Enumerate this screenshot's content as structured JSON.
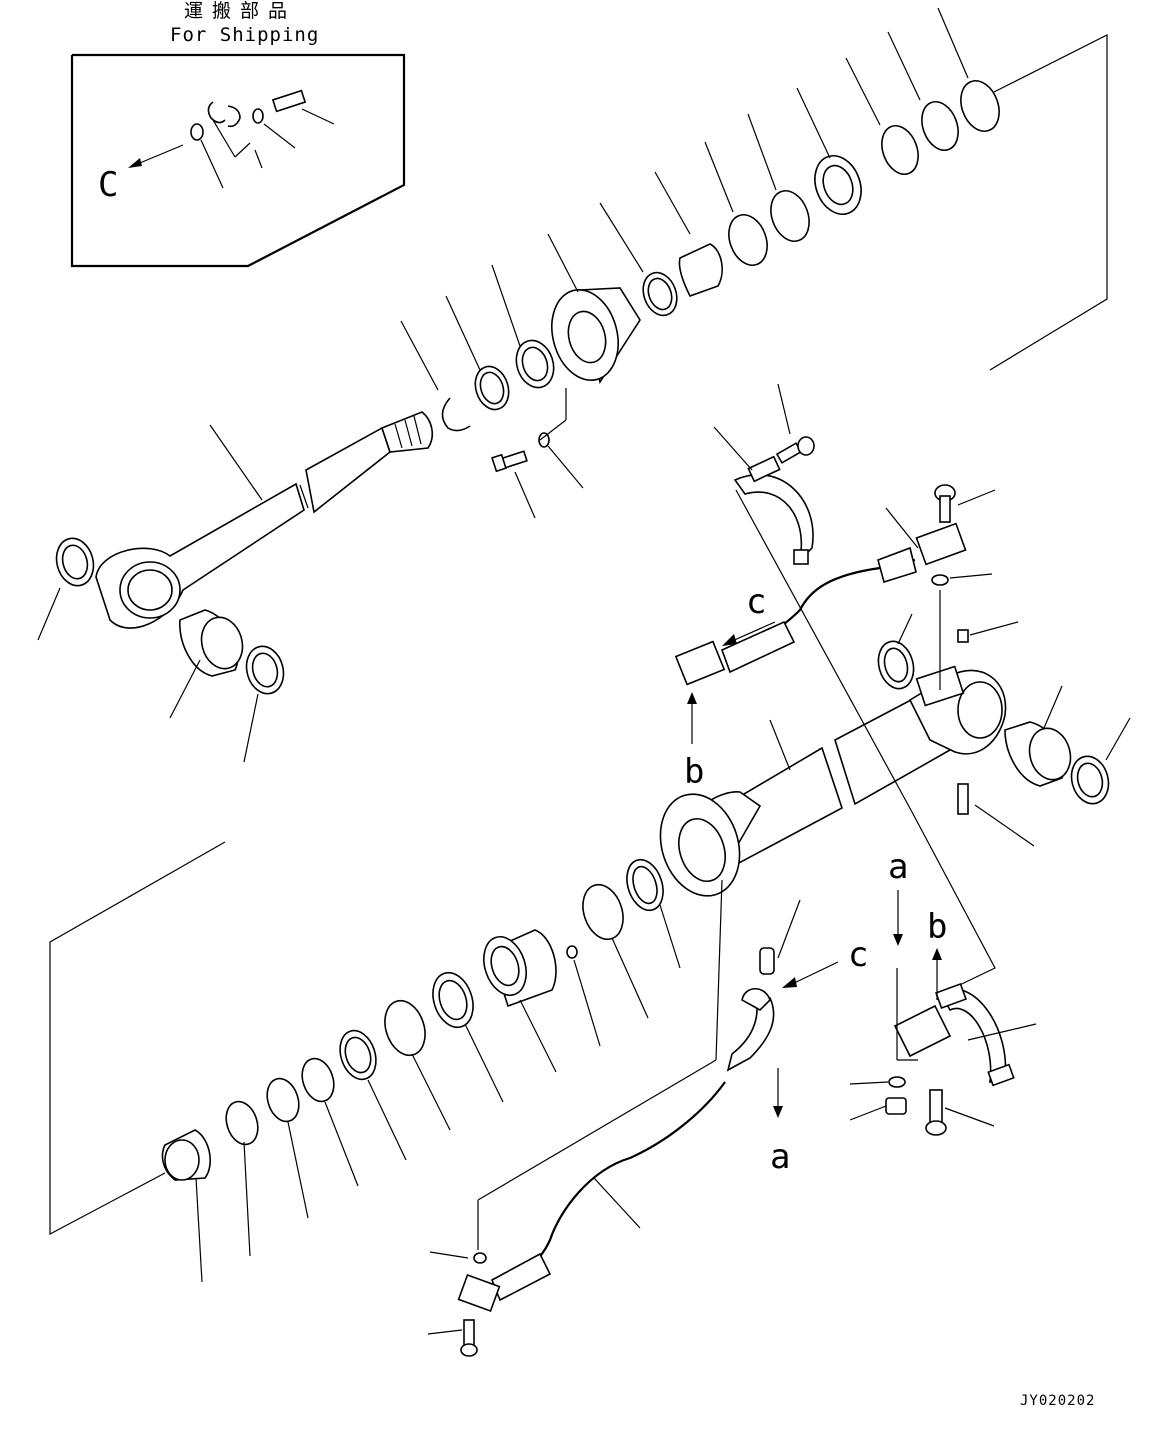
{
  "header": {
    "title_jp": "運搬部品",
    "title_en": "For Shipping"
  },
  "labels": {
    "c_box": "C",
    "c_mid": "c",
    "c_lower": "c",
    "b_up": "b",
    "b_right": "b",
    "a_down": "a",
    "a_right": "a"
  },
  "footer": {
    "drawing_code": "JY020202"
  }
}
